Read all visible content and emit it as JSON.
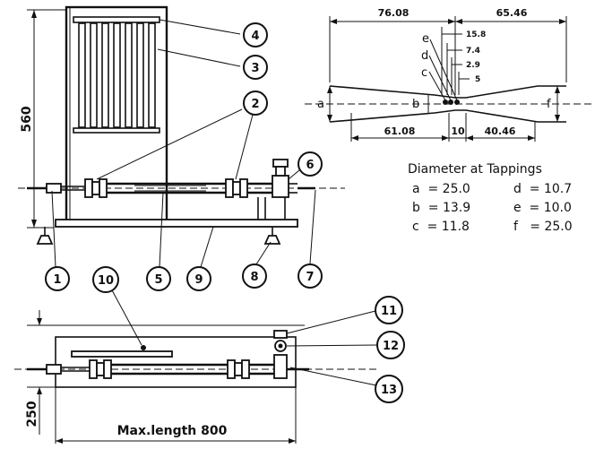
{
  "dimensions": {
    "height_label": "560",
    "width_label": "250",
    "max_length_label": "Max.length 800",
    "venturi": {
      "inlet_length": "76.08",
      "outlet_length": "65.46",
      "converging_length": "61.08",
      "throat_length": "10",
      "diverging_length": "40.46",
      "tap_spacing_1": "15.8",
      "tap_spacing_2": "7.4",
      "tap_spacing_3": "2.9",
      "tap_spacing_4": "5"
    }
  },
  "tapping_letters": [
    "a",
    "b",
    "c",
    "d",
    "e",
    "f"
  ],
  "legend": {
    "title": "Diameter at Tappings",
    "rows": [
      {
        "left": "a  = 25.0",
        "right": "d  = 10.7"
      },
      {
        "left": "b  = 13.9",
        "right": "e  = 10.0"
      },
      {
        "left": "c  = 11.8",
        "right": "f   = 25.0"
      }
    ]
  },
  "callouts": [
    "1",
    "2",
    "3",
    "4",
    "5",
    "6",
    "7",
    "8",
    "9",
    "10",
    "11",
    "12",
    "13"
  ]
}
